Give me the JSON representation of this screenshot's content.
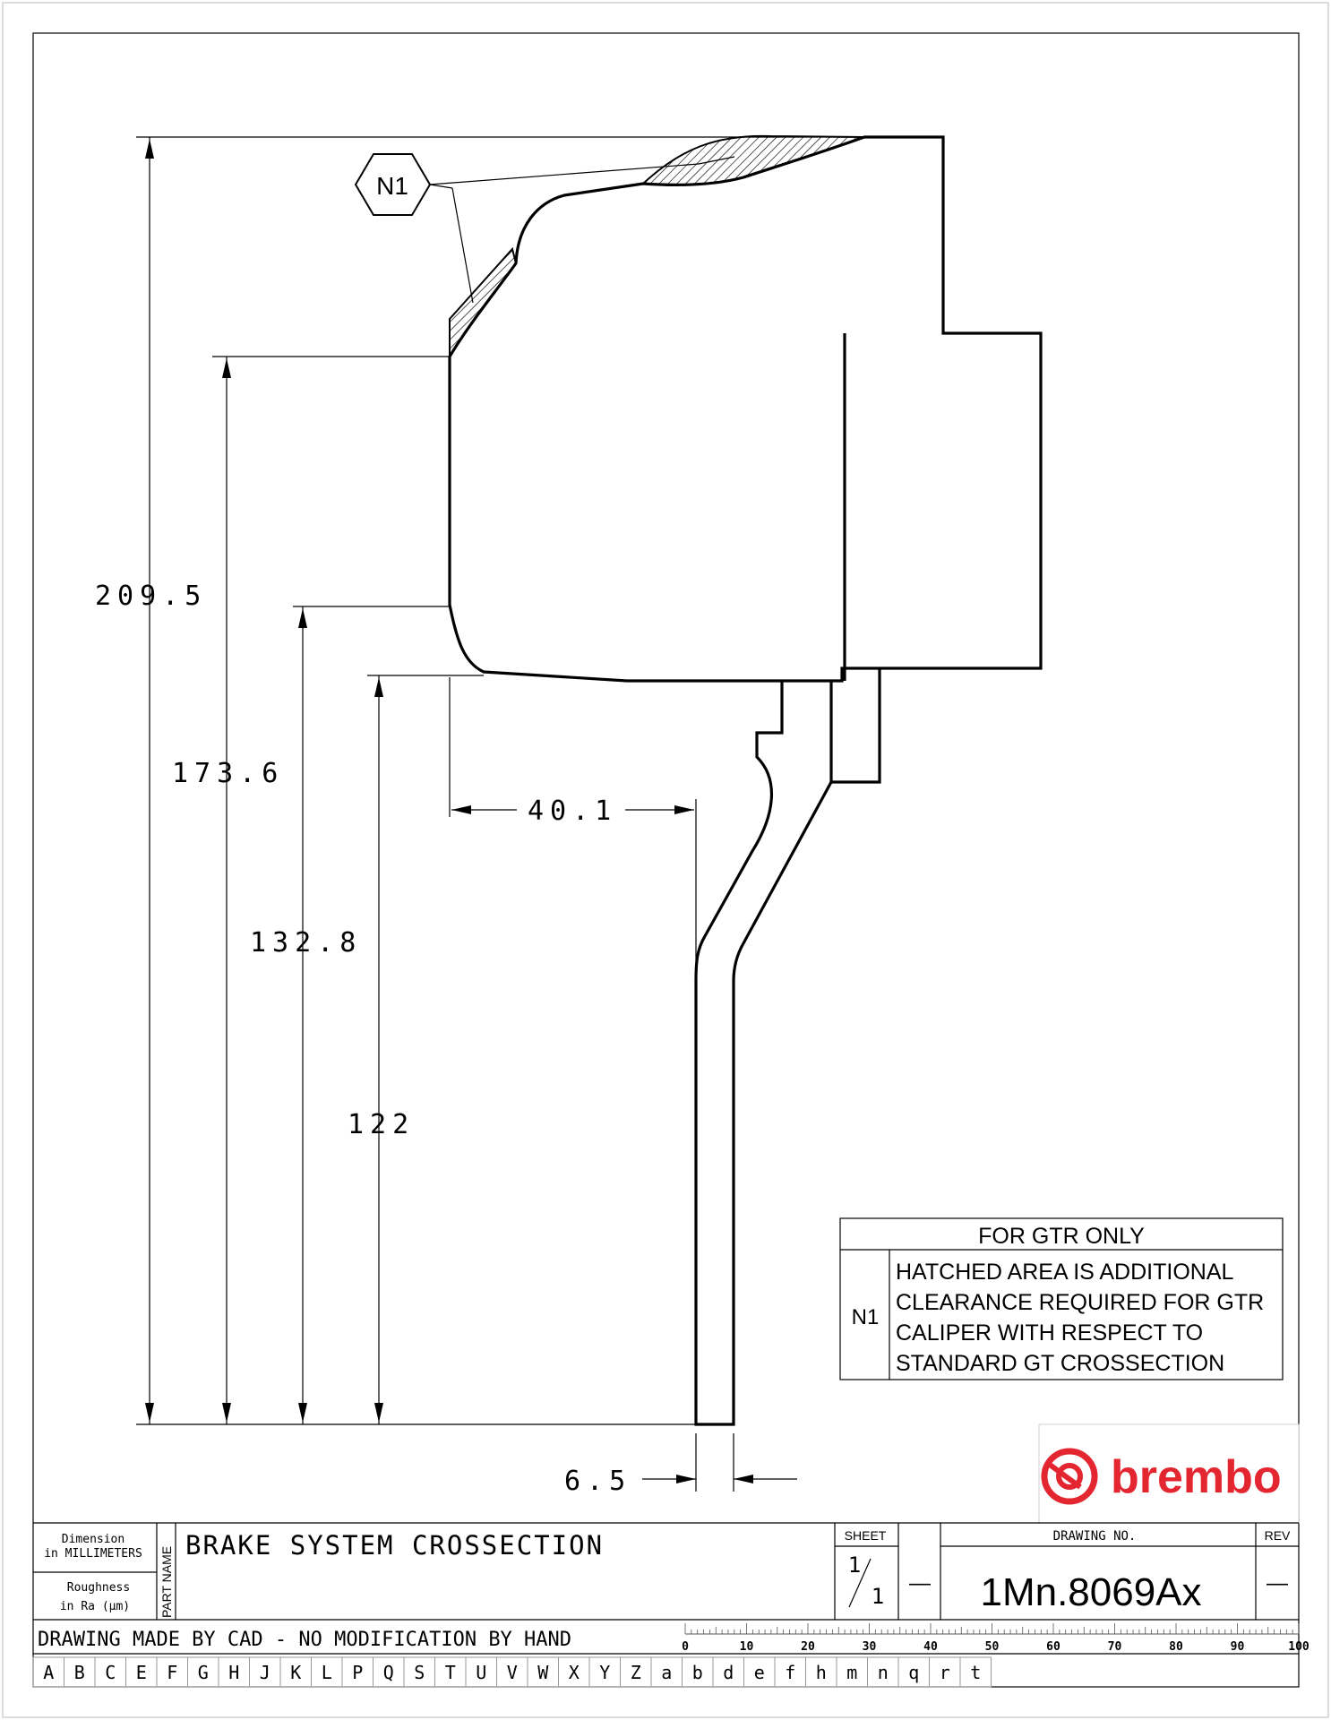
{
  "dimensions": {
    "d1": "209.5",
    "d2": "173.6",
    "d3": "132.8",
    "d4": "122",
    "d5": "40.1",
    "d6": "6.5"
  },
  "callout": {
    "tag": "N1"
  },
  "note_table": {
    "title": "FOR GTR ONLY",
    "tag": "N1",
    "lines": [
      "HATCHED AREA IS ADDITIONAL",
      "CLEARANCE REQUIRED FOR GTR",
      "CALIPER WITH RESPECT TO",
      "STANDARD GT CROSSECTION"
    ]
  },
  "logo": {
    "text": "brembo",
    "color": "#e3262f"
  },
  "title_block": {
    "dim_line1": "Dimension",
    "dim_line2": "in MILLIMETERS",
    "rough_line1": "Roughness",
    "rough_line2": "in Ra (µm)",
    "part_name_label": "PART NAME",
    "part_name": "BRAKE SYSTEM CROSSECTION",
    "sheet_label": "SHEET",
    "sheet_num": "1",
    "sheet_den": "1",
    "sheet_dash": "—",
    "drawing_no_label": "DRAWING NO.",
    "drawing_no": "1Mn.8069Ax",
    "rev_label": "REV",
    "rev_value": "—",
    "cad_note": "DRAWING MADE BY CAD - NO MODIFICATION BY HAND"
  },
  "scale_labels": [
    "0",
    "10",
    "20",
    "30",
    "40",
    "50",
    "60",
    "70",
    "80",
    "90",
    "100"
  ],
  "letters": [
    "A",
    "B",
    "C",
    "E",
    "F",
    "G",
    "H",
    "J",
    "K",
    "L",
    "P",
    "Q",
    "S",
    "T",
    "U",
    "V",
    "W",
    "X",
    "Y",
    "Z",
    "a",
    "b",
    "d",
    "e",
    "f",
    "h",
    "m",
    "n",
    "q",
    "r",
    "t"
  ]
}
